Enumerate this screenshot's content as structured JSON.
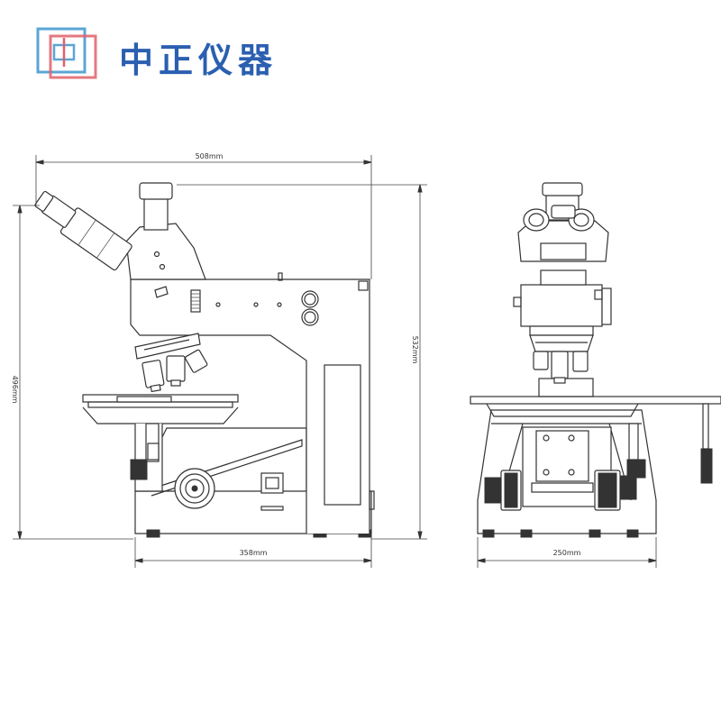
{
  "brand": {
    "name": "中正仪器",
    "logo_colors": {
      "blue": "#5aa6d6",
      "red": "#e0606a"
    },
    "text_color": "#2b5fb0"
  },
  "dimensions": {
    "width_total": "508mm",
    "height_left": "496mm",
    "height_right": "532mm",
    "base_depth": "358mm",
    "side_width": "250mm"
  }
}
